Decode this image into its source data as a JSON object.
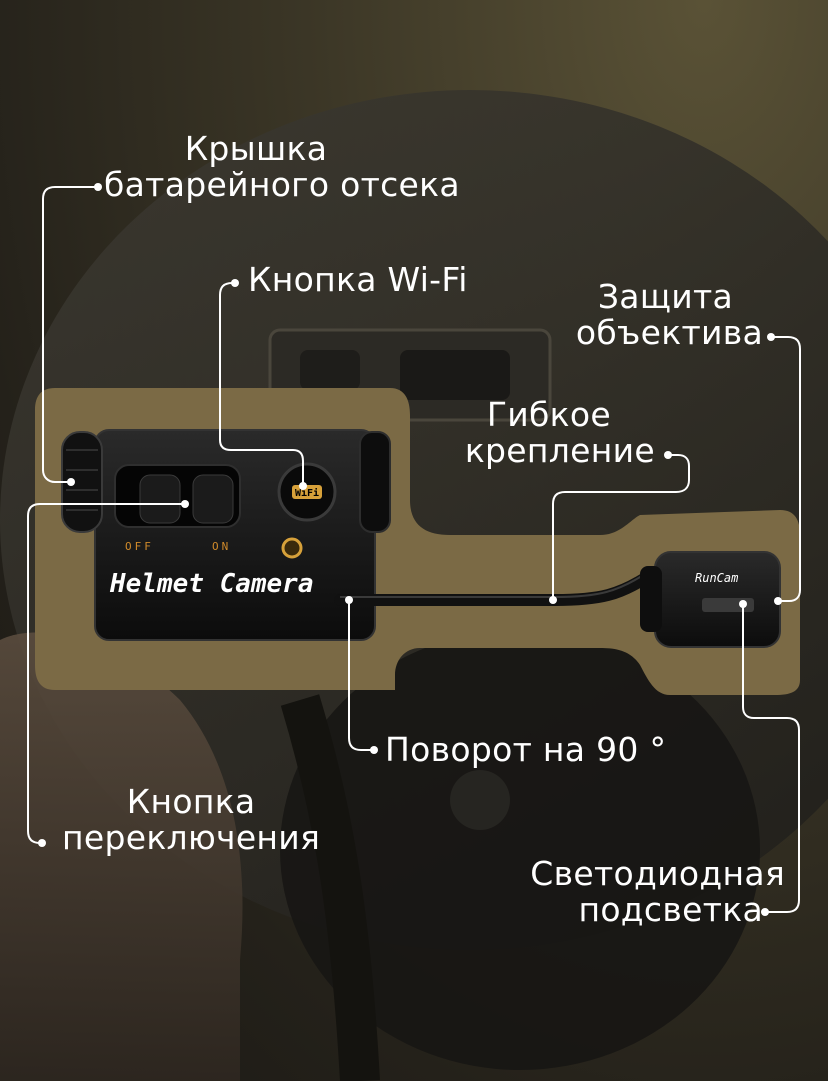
{
  "callouts": {
    "battery_cover": [
      "Крышка",
      "батарейного отсека"
    ],
    "wifi_button": [
      "Кнопка Wi-Fi"
    ],
    "lens_protection": [
      "Защита",
      "объектива"
    ],
    "flexible_mount": [
      "Гибкое",
      "крепление"
    ],
    "rotation": [
      "Поворот на 90 °"
    ],
    "switch_button": [
      "Кнопка",
      "переключения"
    ],
    "led_light": [
      "Светодиодная",
      "подсветка"
    ]
  },
  "device": {
    "main_label": "Helmet Camera",
    "brand_label": "RunCam",
    "switch_off": "OFF",
    "switch_on": "ON",
    "wifi_badge": "WiFi"
  },
  "colors": {
    "highlight_panel": "#7b6a45",
    "callout_line": "#ffffff",
    "text": "#ffffff",
    "switch_label": "#d08a2a"
  }
}
